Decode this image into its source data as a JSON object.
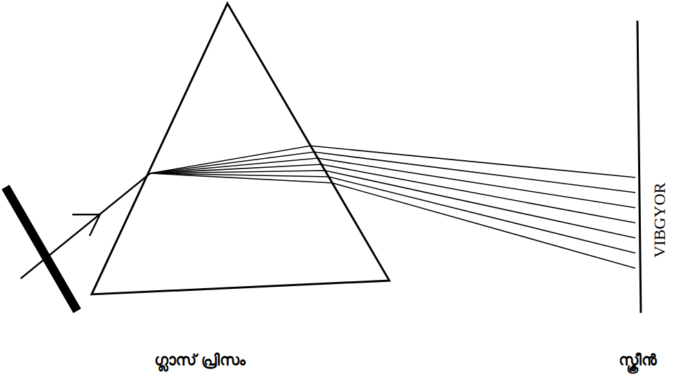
{
  "diagram": {
    "labels": [
      "VIBGYOR",
      "ഗ്ലാസ് പ്രിസം",
      "സ്ക്രീൻ"
    ]
  }
}
